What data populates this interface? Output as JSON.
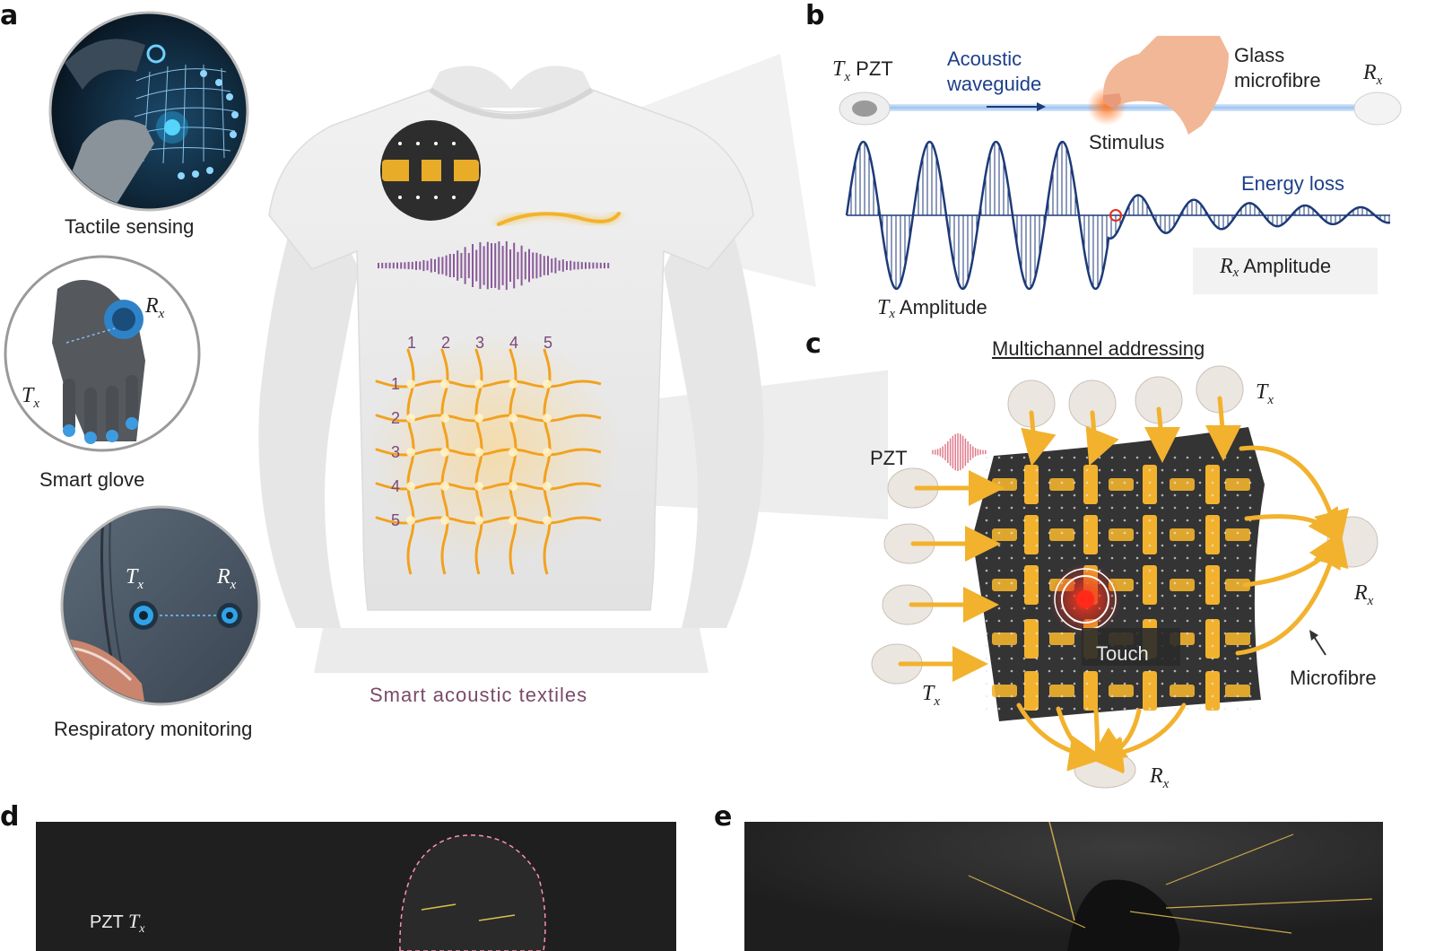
{
  "panels": {
    "a": "a",
    "b": "b",
    "c": "c",
    "d": "d",
    "e": "e"
  },
  "panel_a": {
    "tactile_caption": "Tactile sensing",
    "glove_caption": "Smart glove",
    "glove_rx": "R",
    "glove_rx_sub": "x",
    "glove_tx": "T",
    "glove_tx_sub": "x",
    "resp_caption": "Respiratory monitoring",
    "resp_tx": "T",
    "resp_tx_sub": "x",
    "resp_rx": "R",
    "resp_rx_sub": "x",
    "shirt_caption": "Smart acoustic textiles",
    "grid_cols": [
      "1",
      "2",
      "3",
      "4",
      "5"
    ],
    "grid_rows": [
      "1",
      "2",
      "3",
      "4",
      "5"
    ]
  },
  "panel_b": {
    "tx_pzt_t": "T",
    "tx_pzt_sub": "x",
    "tx_pzt_text": " PZT",
    "waveguide_line1": "Acoustic",
    "waveguide_line2": "waveguide",
    "glass_line1": "Glass",
    "glass_line2": "microfibre",
    "rx_r": "R",
    "rx_sub": "x",
    "stimulus": "Stimulus",
    "energy_loss": "Energy loss",
    "rx_amp_r": "R",
    "rx_amp_sub": "x",
    "rx_amp_text": " Amplitude",
    "tx_amp_t": "T",
    "tx_amp_sub": "x",
    "tx_amp_text": " Amplitude",
    "colors": {
      "wave": "#1d3a78",
      "label_blue": "#1d3f8a",
      "fibre": "#a9c8ee",
      "stimulus": "#f26a2a"
    }
  },
  "panel_c": {
    "title": "Multichannel addressing",
    "tx_top_t": "T",
    "tx_top_sub": "x",
    "pzt": "PZT",
    "rx_right_r": "R",
    "rx_right_sub": "x",
    "microfibre": "Microfibre",
    "tx_bottom_t": "T",
    "tx_bottom_sub": "x",
    "rx_bottom_r": "R",
    "rx_bottom_sub": "x",
    "touch": "Touch",
    "colors": {
      "fibre": "#f2b22e",
      "fabric": "#333333",
      "touch": "#e5301e"
    }
  },
  "panel_d": {
    "pzt_tx_text": "PZT ",
    "pzt_tx_t": "T",
    "pzt_tx_sub": "x"
  }
}
